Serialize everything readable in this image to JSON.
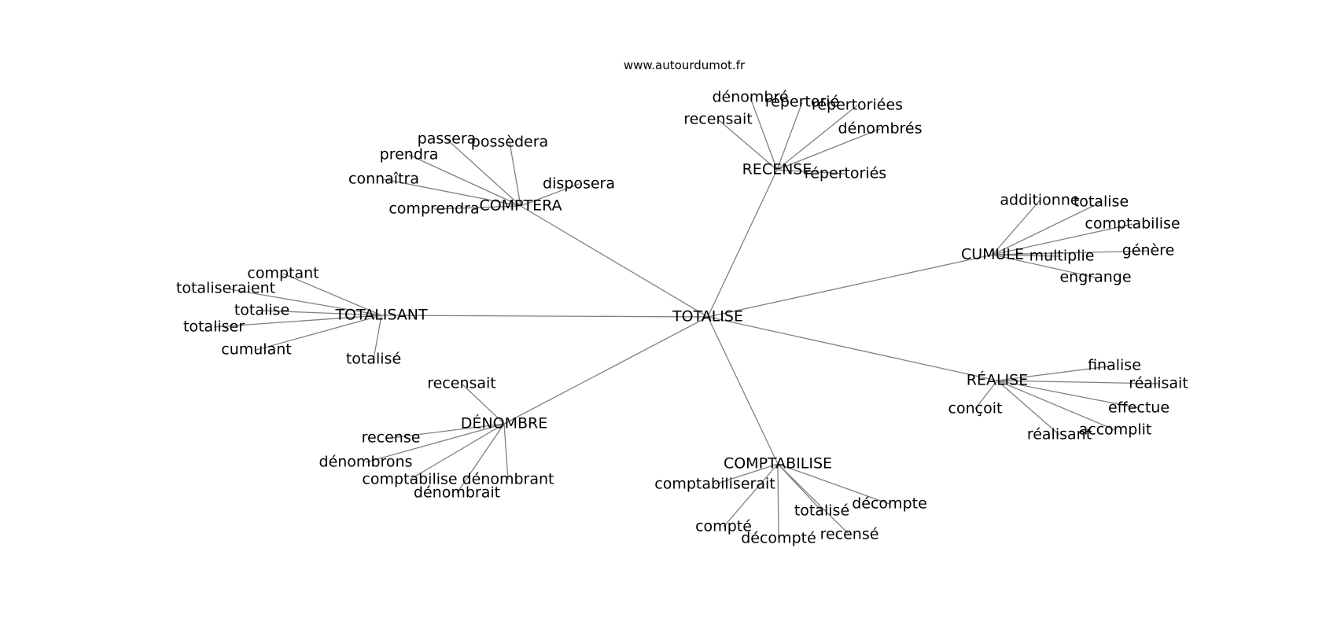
{
  "watermark": "www.autourdumot.fr",
  "colors": {
    "edge": "#808080",
    "text": "#000000",
    "background": "#ffffff"
  },
  "graph": {
    "center": "TOTALISE",
    "hubs": [
      {
        "id": "TOTALISANT",
        "label": "TOTALISANT",
        "leaves": [
          "comptant",
          "totaliseraient",
          "totalise",
          "totaliser",
          "cumulant",
          "totalisé"
        ]
      },
      {
        "id": "COMPTERA",
        "label": "COMPTERA",
        "leaves": [
          "passera",
          "possèdera",
          "prendra",
          "connaîtra",
          "comprendra",
          "disposera"
        ]
      },
      {
        "id": "RECENSE",
        "label": "RECENSE",
        "leaves": [
          "dénombré",
          "répertorié",
          "répertoriées",
          "recensait",
          "dénombrés",
          "répertoriés"
        ]
      },
      {
        "id": "CUMULE",
        "label": "CUMULE",
        "leaves": [
          "additionne",
          "totalise",
          "comptabilise",
          "multiplie",
          "génère",
          "engrange"
        ]
      },
      {
        "id": "REALISE",
        "label": "RÉALISE",
        "leaves": [
          "finalise",
          "réalisait",
          "conçoit",
          "effectue",
          "accomplit",
          "réalisant"
        ]
      },
      {
        "id": "COMPTABILISE",
        "label": "COMPTABILISE",
        "leaves": [
          "comptabiliserait",
          "décompte",
          "totalisé",
          "compté",
          "décompté",
          "recensé"
        ]
      },
      {
        "id": "DENOMBRE",
        "label": "DÉNOMBRE",
        "leaves": [
          "recensait",
          "recense",
          "dénombrons",
          "comptabilise",
          "dénombrant",
          "dénombrait"
        ]
      }
    ]
  }
}
